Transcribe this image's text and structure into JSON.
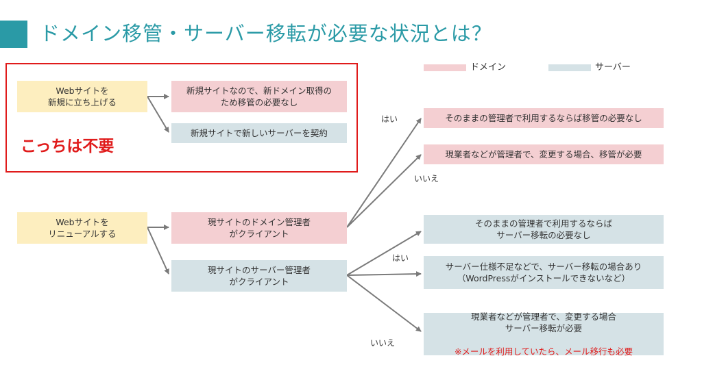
{
  "title": "ドメイン移管・サーバー移転が必要な状況とは？",
  "colors": {
    "accent": "#2a9aa6",
    "domain": "#f4cfd2",
    "server": "#d5e2e6",
    "start": "#fdeebf",
    "alert": "#e01b1b"
  },
  "legend": {
    "domain": "ドメイン",
    "server": "サーバー"
  },
  "new_site": {
    "start": "Webサイトを\n新規に立ち上げる",
    "domain_result": "新規サイトなので、新ドメイン取得の\nため移管の必要なし",
    "server_result": "新規サイトで新しいサーバーを契約",
    "not_needed_label": "こっちは不要"
  },
  "renewal": {
    "start": "Webサイトを\nリニューアルする",
    "domain_client": "現サイトのドメイン管理者\nがクライアント",
    "server_client": "現サイトのサーバー管理者\nがクライアント",
    "domain_yes": "そのままの管理者で利用するならば移管の必要なし",
    "domain_no": "現業者などが管理者で、変更する場合、移管が必要",
    "server_yes_1": "そのままの管理者で利用するならば\nサーバー移転の必要なし",
    "server_yes_2": "サーバー仕様不足などで、サーバー移転の場合あり\n（WordPressがインストールできないなど）",
    "server_no": "現業者などが管理者で、変更する場合\nサーバー移転が必要",
    "server_no_note": "※メールを利用していたら、メール移行も必要"
  },
  "edges": {
    "domain_yes": "はい",
    "domain_no": "いいえ",
    "server_yes": "はい",
    "server_no": "いいえ"
  }
}
